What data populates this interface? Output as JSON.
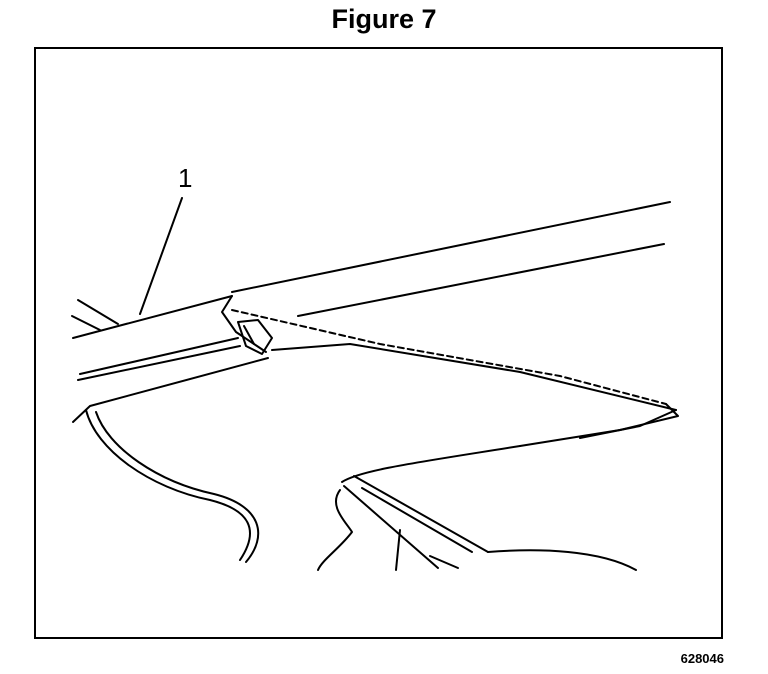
{
  "figure": {
    "title": "Figure 7",
    "callouts": [
      {
        "label": "1"
      }
    ],
    "id_number": "628046"
  },
  "colors": {
    "line": "#000000",
    "background": "#ffffff"
  }
}
